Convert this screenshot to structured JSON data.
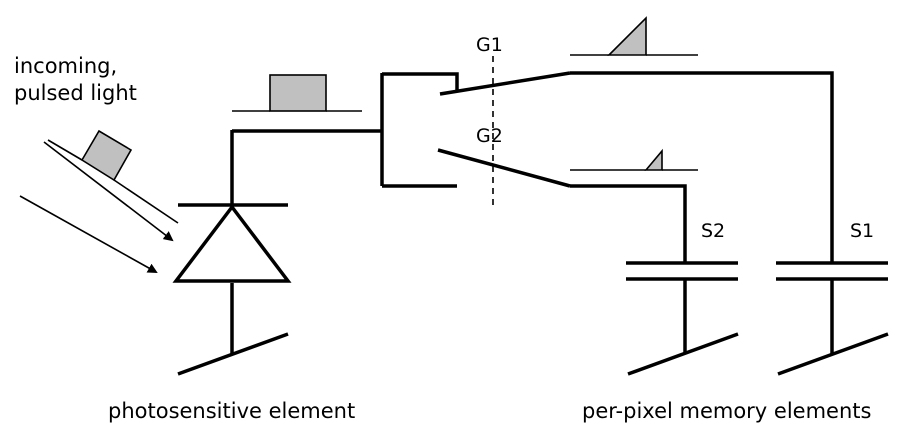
{
  "labels": {
    "incoming_line1": "incoming,",
    "incoming_line2": "pulsed light",
    "gate1": "G1",
    "gate2": "G2",
    "storage2": "S2",
    "storage1": "S1",
    "photosensitive": "photosensitive element",
    "memory": "per-pixel memory elements"
  },
  "colors": {
    "line": "#000000",
    "pulse_fill": "#c0c0c0",
    "background": "#ffffff"
  }
}
